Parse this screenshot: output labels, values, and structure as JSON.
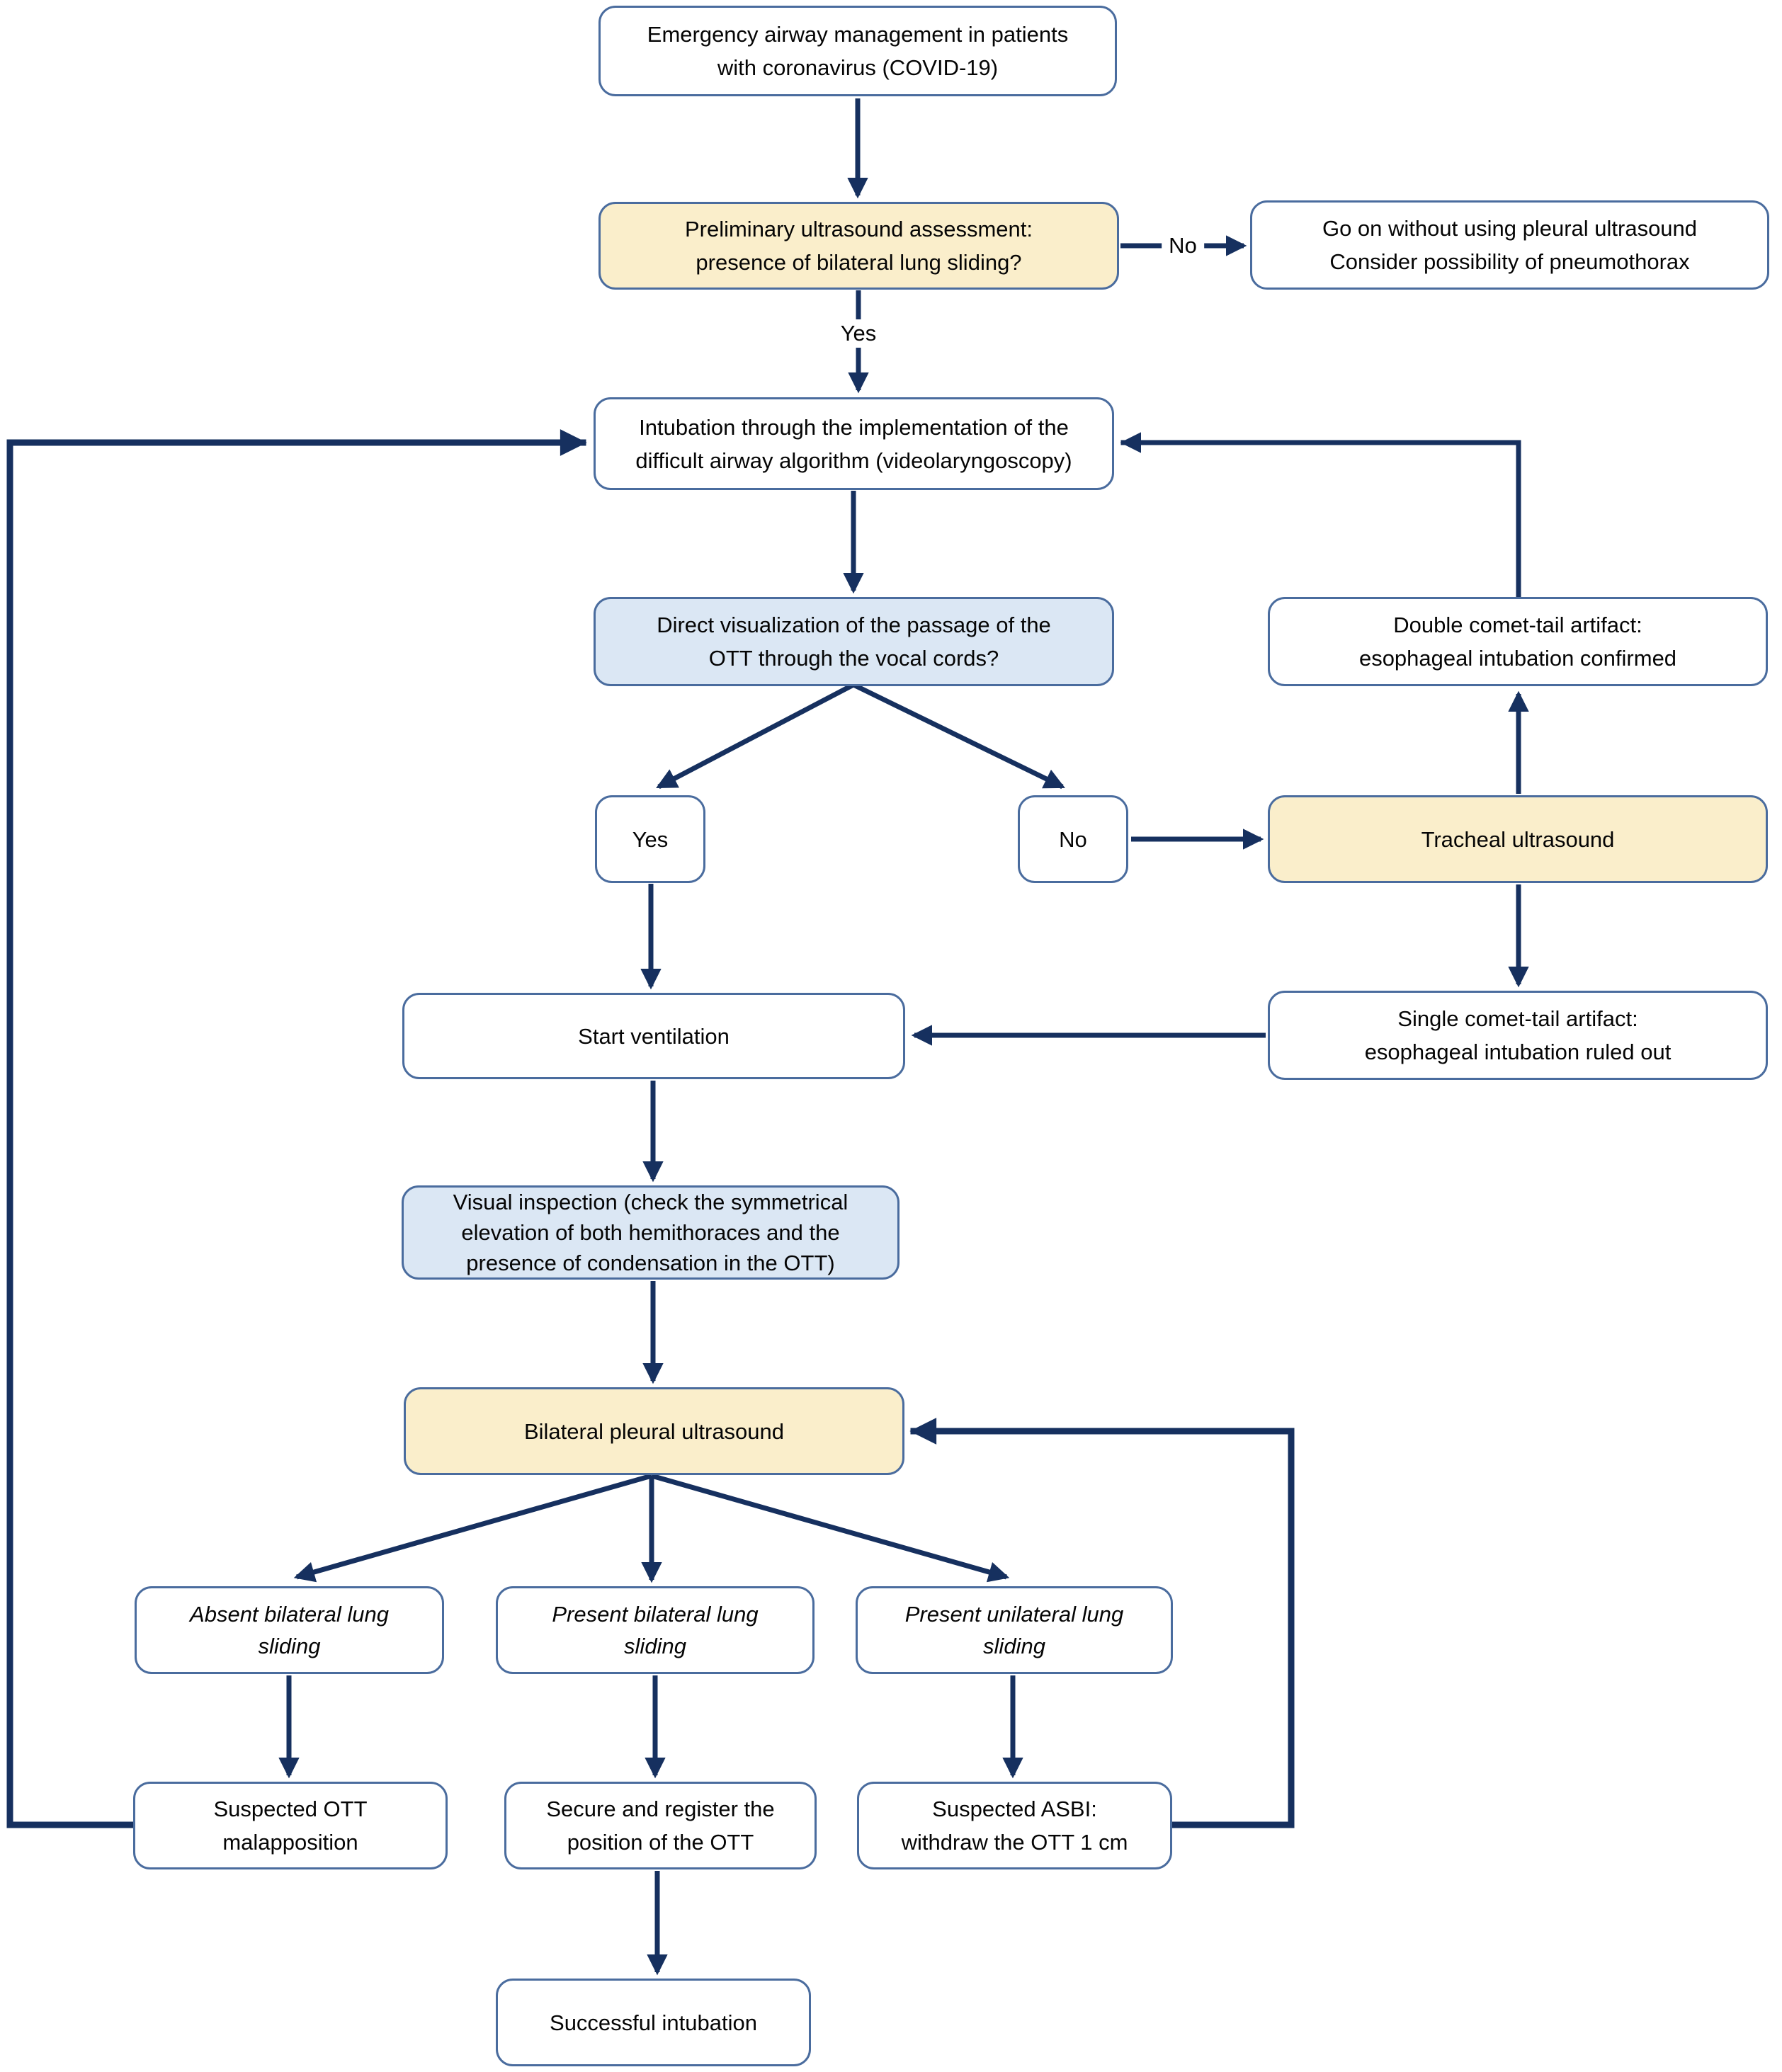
{
  "colors": {
    "node_border": "#4a6c9e",
    "arrow": "#16305f",
    "highlight_yellow": "#faeecb",
    "highlight_blue": "#dbe7f4",
    "node_white": "#ffffff",
    "text": "#050505"
  },
  "labels": {
    "yes": "Yes",
    "no": "No"
  },
  "nodes": {
    "emergency": {
      "fill": "white",
      "lines": [
        "Emergency airway management in patients",
        "with coronavirus (COVID-19)"
      ]
    },
    "preliminary": {
      "fill": "yellow",
      "lines": [
        "Preliminary ultrasound assessment:",
        "presence of bilateral lung sliding?"
      ]
    },
    "goon": {
      "fill": "white",
      "lines": [
        "Go on without using pleural ultrasound",
        "Consider possibility of pneumothorax"
      ]
    },
    "intubation": {
      "fill": "white",
      "lines": [
        "Intubation through the implementation of the",
        "difficult airway algorithm (videolaryngoscopy)"
      ]
    },
    "directviz": {
      "fill": "blue",
      "lines": [
        "Direct visualization of the passage of the",
        "OTT through the vocal cords?"
      ]
    },
    "yes": {
      "fill": "white",
      "lines": [
        "Yes"
      ]
    },
    "no": {
      "fill": "white",
      "lines": [
        "No"
      ]
    },
    "doublecomet": {
      "fill": "white",
      "lines": [
        "Double comet-tail artifact:",
        "esophageal intubation confirmed"
      ]
    },
    "tracheal": {
      "fill": "yellow",
      "lines": [
        "Tracheal ultrasound"
      ]
    },
    "singlecomet": {
      "fill": "white",
      "lines": [
        "Single comet-tail artifact:",
        "esophageal intubation ruled out"
      ]
    },
    "startvent": {
      "fill": "white",
      "lines": [
        "Start ventilation"
      ]
    },
    "visualinsp": {
      "fill": "blue",
      "lines": [
        "Visual inspection (check the symmetrical",
        "elevation of both hemithoraces and the",
        "presence of condensation in the OTT)"
      ]
    },
    "bilateral": {
      "fill": "yellow",
      "lines": [
        "Bilateral pleural ultrasound"
      ]
    },
    "absent": {
      "fill": "white",
      "italic": true,
      "lines": [
        "Absent bilateral lung",
        "sliding"
      ]
    },
    "presentbi": {
      "fill": "white",
      "italic": true,
      "lines": [
        "Present bilateral lung",
        "sliding"
      ]
    },
    "presentuni": {
      "fill": "white",
      "italic": true,
      "lines": [
        "Present unilateral lung",
        "sliding"
      ]
    },
    "suspectedott": {
      "fill": "white",
      "lines": [
        "Suspected OTT",
        "malapposition"
      ]
    },
    "secure": {
      "fill": "white",
      "lines": [
        "Secure and register the",
        "position of the OTT"
      ]
    },
    "asbi": {
      "fill": "white",
      "lines": [
        "Suspected ASBI:",
        "withdraw the OTT 1 cm"
      ]
    },
    "successful": {
      "fill": "white",
      "lines": [
        "Successful intubation"
      ]
    }
  },
  "edges": [
    {
      "from": "emergency",
      "to": "preliminary"
    },
    {
      "from": "preliminary",
      "to": "goon",
      "label": "No"
    },
    {
      "from": "preliminary",
      "to": "intubation",
      "label": "Yes"
    },
    {
      "from": "intubation",
      "to": "directviz"
    },
    {
      "from": "directviz",
      "to": "yes"
    },
    {
      "from": "directviz",
      "to": "no"
    },
    {
      "from": "yes",
      "to": "startvent"
    },
    {
      "from": "no",
      "to": "tracheal"
    },
    {
      "from": "tracheal",
      "to": "doublecomet"
    },
    {
      "from": "doublecomet",
      "to": "intubation"
    },
    {
      "from": "tracheal",
      "to": "singlecomet"
    },
    {
      "from": "singlecomet",
      "to": "startvent"
    },
    {
      "from": "startvent",
      "to": "visualinsp"
    },
    {
      "from": "visualinsp",
      "to": "bilateral"
    },
    {
      "from": "bilateral",
      "to": "absent"
    },
    {
      "from": "bilateral",
      "to": "presentbi"
    },
    {
      "from": "bilateral",
      "to": "presentuni"
    },
    {
      "from": "absent",
      "to": "suspectedott"
    },
    {
      "from": "presentbi",
      "to": "secure"
    },
    {
      "from": "presentuni",
      "to": "asbi"
    },
    {
      "from": "suspectedott",
      "to": "intubation"
    },
    {
      "from": "asbi",
      "to": "bilateral"
    },
    {
      "from": "secure",
      "to": "successful"
    }
  ]
}
